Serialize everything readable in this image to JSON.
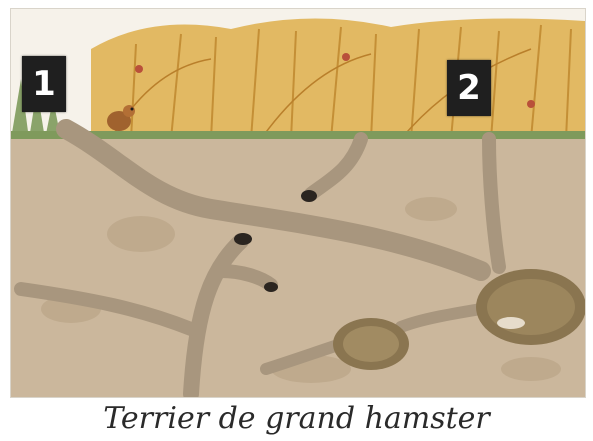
{
  "markers": [
    {
      "label": "1"
    },
    {
      "label": "2"
    }
  ],
  "caption": "Terrier de grand hamster",
  "colors": {
    "soil": "#cbb79c",
    "tunnel": "#a8967e",
    "wheat": "#e0b65a",
    "chamber": "#8a7550",
    "marker_bg": "#1f1f1f"
  }
}
